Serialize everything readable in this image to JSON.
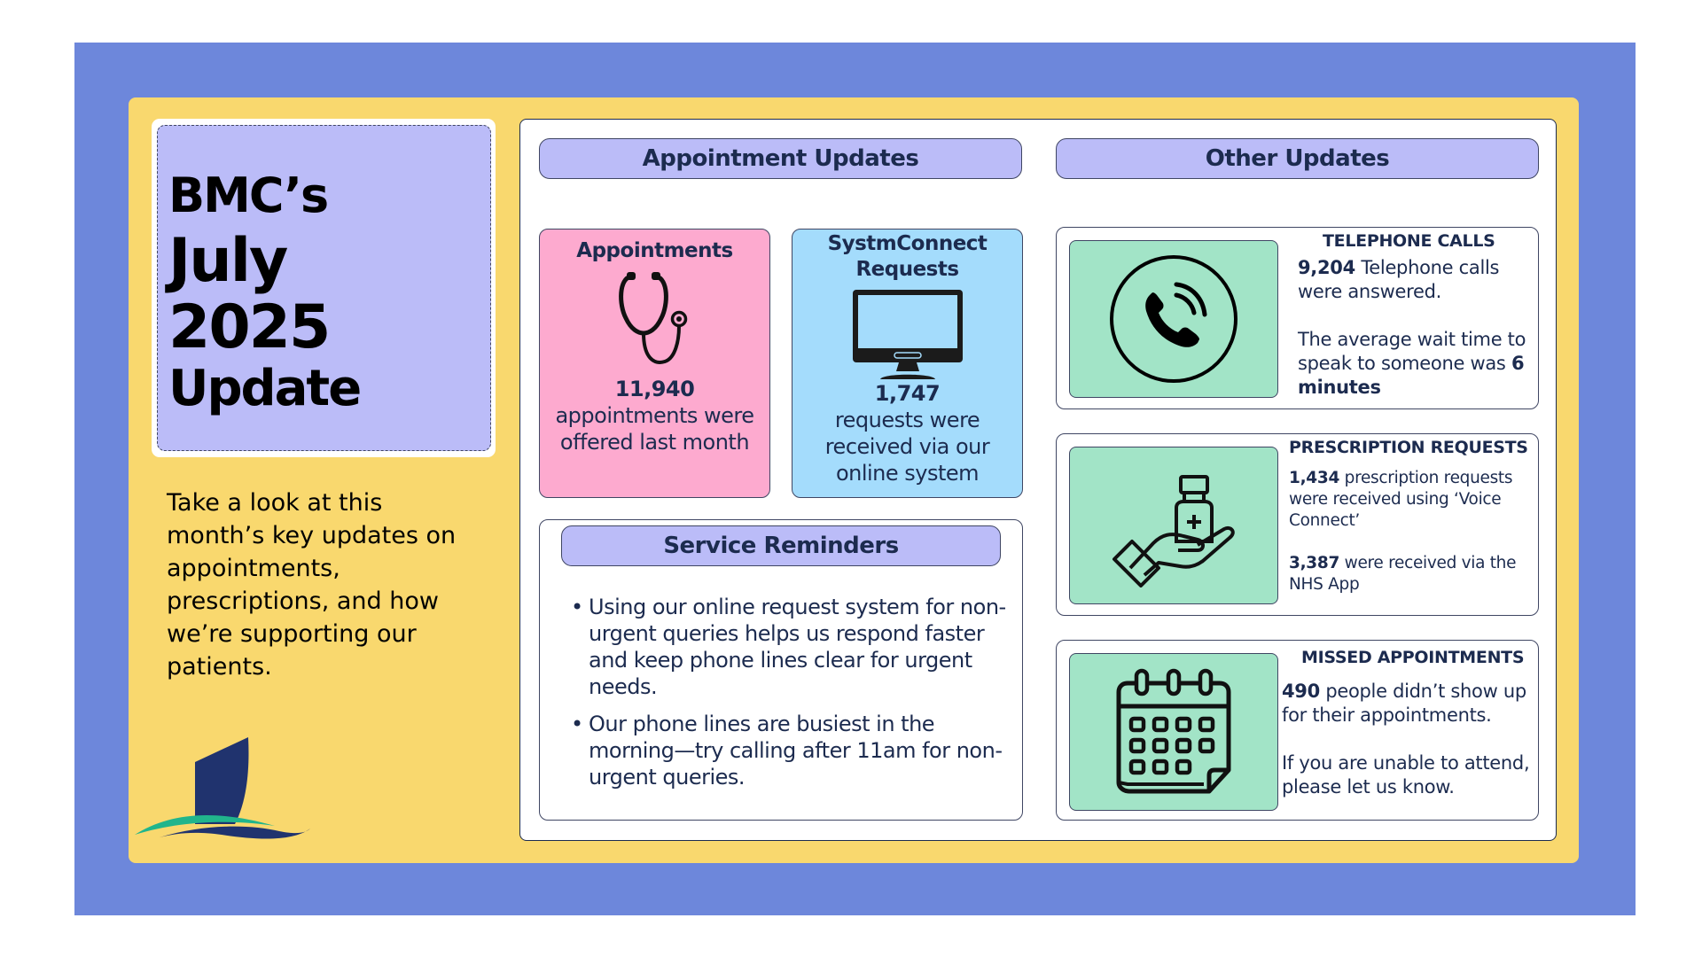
{
  "colors": {
    "outer_background": "#6d87db",
    "panel_background": "#f9d86e",
    "header_fill": "#bbbcf8",
    "appointments_card": "#fdaacf",
    "systmconnect_card": "#a4dcfc",
    "icon_tile": "#a2e4c7",
    "text_dark": "#1c2b4f"
  },
  "title": {
    "line1": "BMC’s",
    "line2": "July",
    "line3": "2025",
    "line4": "Update"
  },
  "intro": "Take a look at this month’s key updates on appointments, prescriptions, and how we’re supporting our patients.",
  "logo": {
    "icon": "ship-on-waves-logo"
  },
  "appointment_updates": {
    "header": "Appointment Updates",
    "appointments": {
      "title": "Appointments",
      "icon": "stethoscope-icon",
      "value": "11,940",
      "description": "appointments were offered last month"
    },
    "systmconnect": {
      "title_line1": "SystmConnect",
      "title_line2": "Requests",
      "icon": "computer-monitor-icon",
      "value": "1,747",
      "description": "requests were received via our online system"
    }
  },
  "service_reminders": {
    "header": "Service Reminders",
    "items": [
      "Using our online request system for non-urgent queries helps us respond faster and keep phone lines clear for urgent needs.",
      "Our phone lines are busiest in the morning—try calling after 11am for non-urgent queries."
    ]
  },
  "other_updates": {
    "header": "Other Updates",
    "telephone": {
      "title": "TELEPHONE CALLS",
      "icon": "phone-call-icon",
      "value": "9,204",
      "text1": "Telephone calls were answered.",
      "text2_prefix": "The average wait time to speak to someone was",
      "text2_value": "6 minutes"
    },
    "prescriptions": {
      "title": "PRESCRIPTION REQUESTS",
      "icon": "hand-medicine-bottle-icon",
      "value1": "1,434",
      "text1": "prescription requests were received using ‘Voice Connect’",
      "value2": "3,387",
      "text2": "were received via the NHS App"
    },
    "missed": {
      "title": "MISSED APPOINTMENTS",
      "icon": "calendar-icon",
      "value": "490",
      "text1": "people didn’t show up for their appointments.",
      "text2": "If you are unable to attend, please let us know."
    }
  }
}
